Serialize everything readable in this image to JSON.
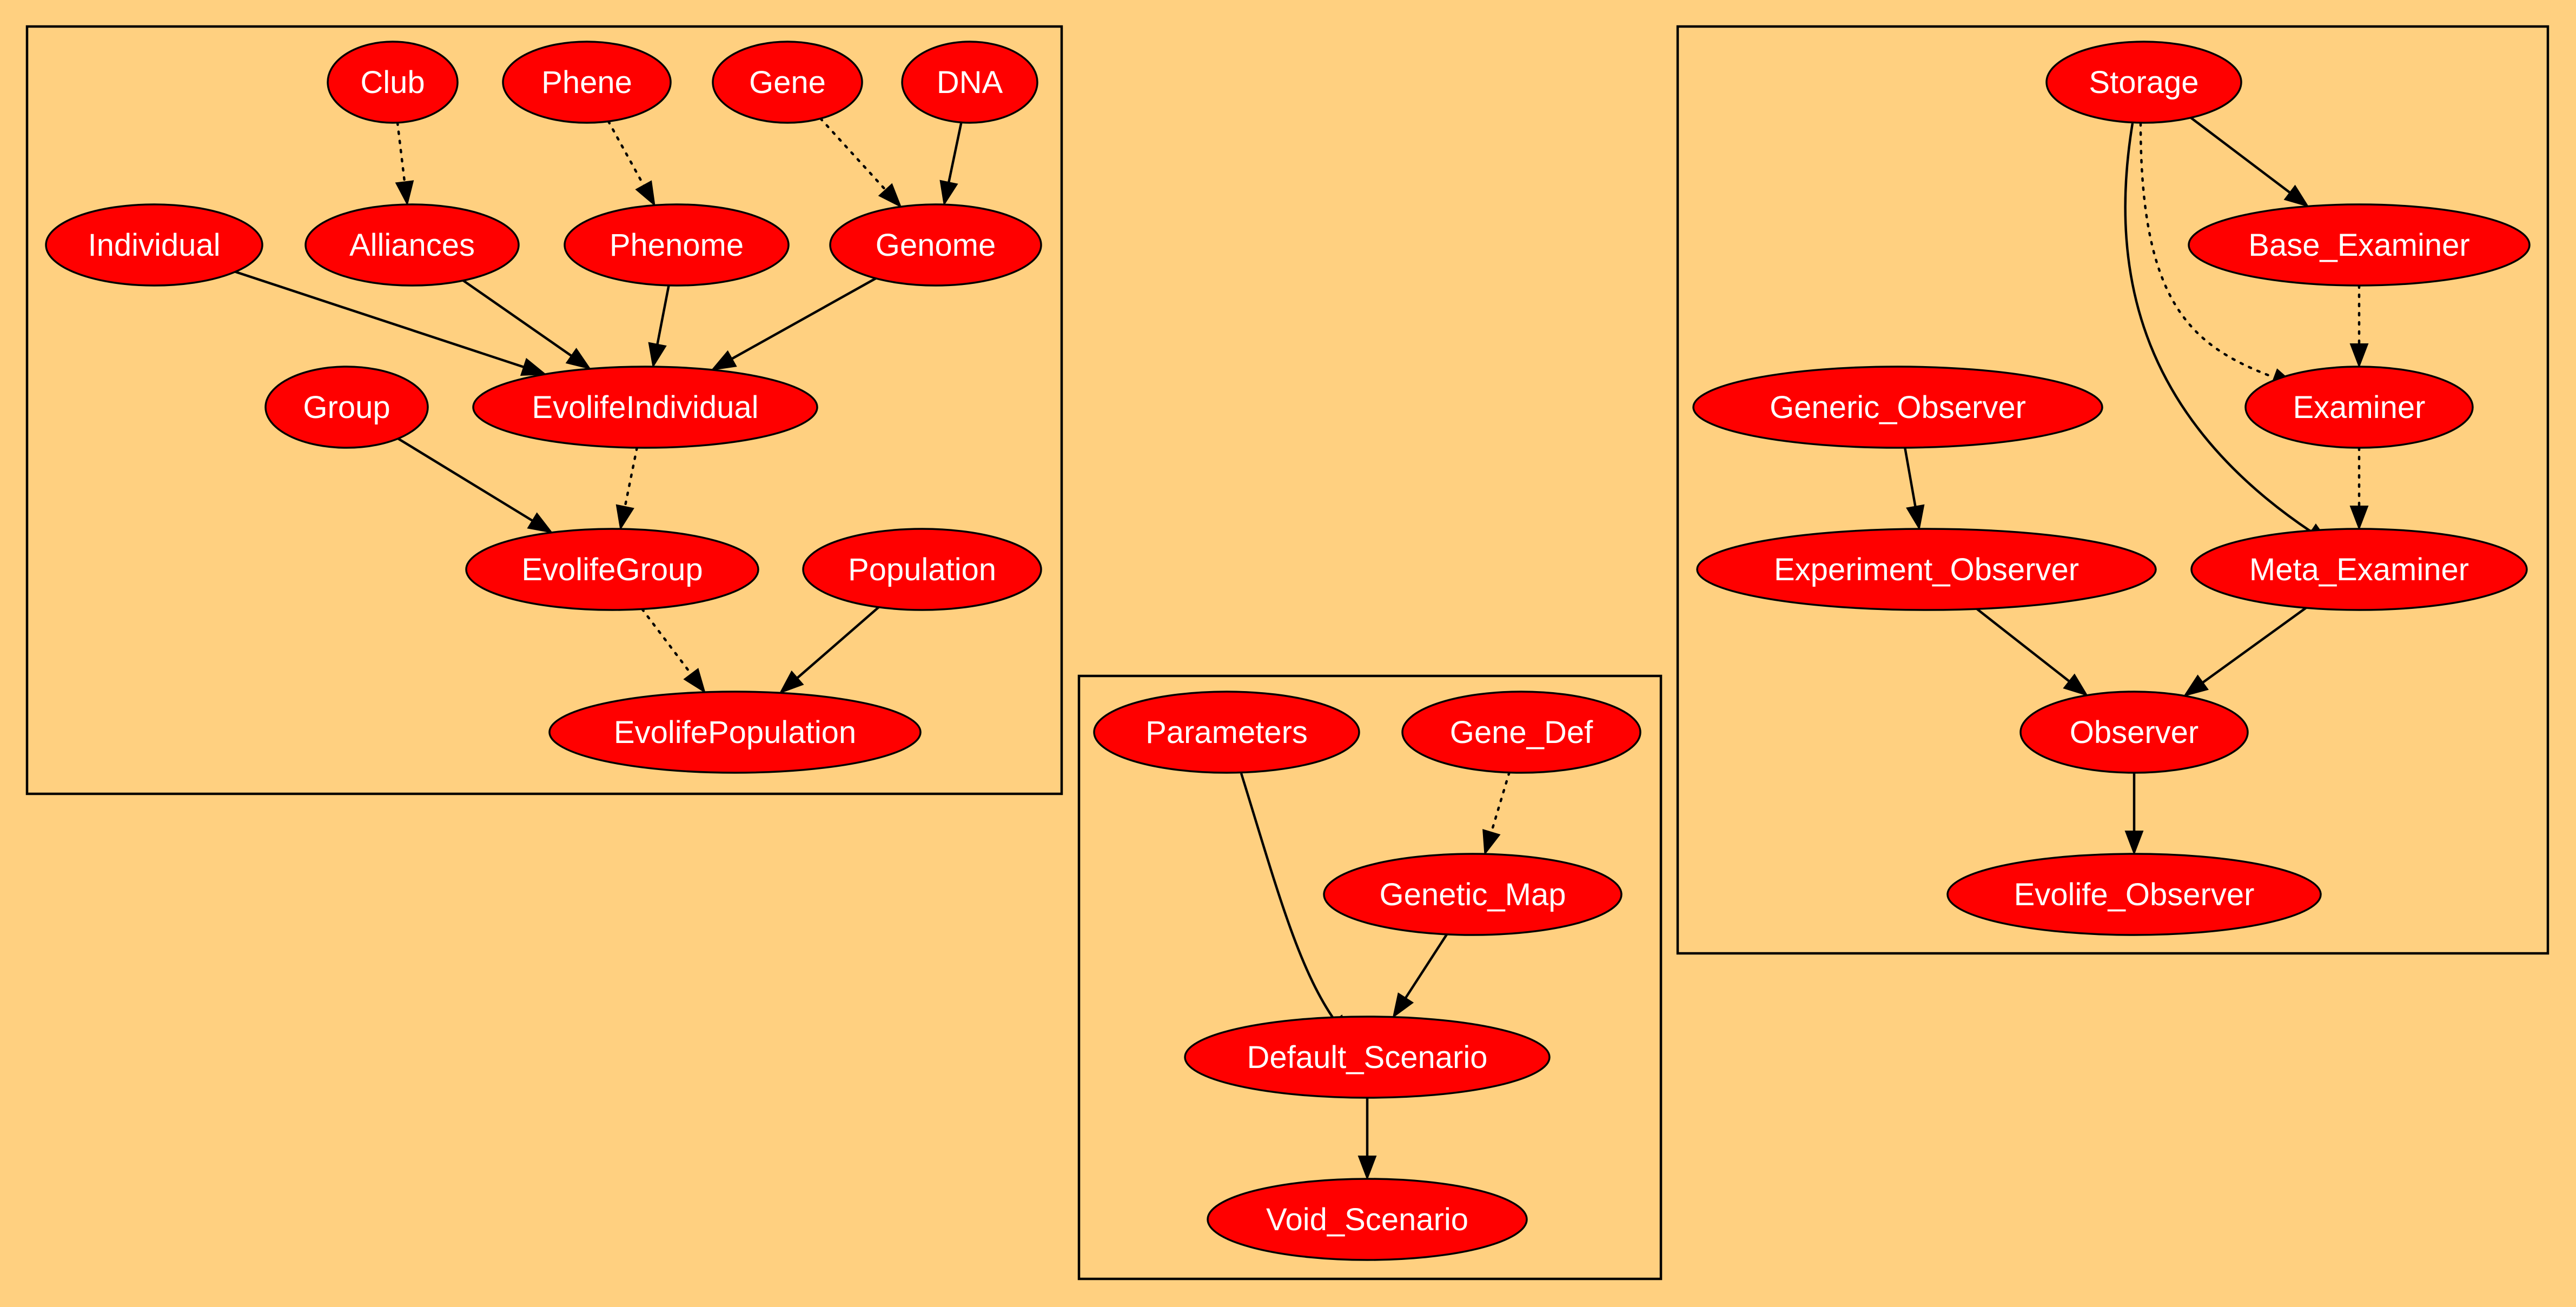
{
  "colors": {
    "background": "#FFD080",
    "node_fill": "#FF0000",
    "node_stroke": "#000000",
    "label": "#FFFFFF",
    "edge": "#000000"
  },
  "clusters": [
    {
      "id": "individual-cluster",
      "nodes": [
        {
          "id": "club",
          "label": "Club"
        },
        {
          "id": "phene",
          "label": "Phene"
        },
        {
          "id": "gene",
          "label": "Gene"
        },
        {
          "id": "dna",
          "label": "DNA"
        },
        {
          "id": "individual",
          "label": "Individual"
        },
        {
          "id": "alliances",
          "label": "Alliances"
        },
        {
          "id": "phenome",
          "label": "Phenome"
        },
        {
          "id": "genome",
          "label": "Genome"
        },
        {
          "id": "group",
          "label": "Group"
        },
        {
          "id": "evolife-individual",
          "label": "EvolifeIndividual"
        },
        {
          "id": "evolife-group",
          "label": "EvolifeGroup"
        },
        {
          "id": "population",
          "label": "Population"
        },
        {
          "id": "evolife-population",
          "label": "EvolifePopulation"
        }
      ]
    },
    {
      "id": "scenario-cluster",
      "nodes": [
        {
          "id": "parameters",
          "label": "Parameters"
        },
        {
          "id": "gene-def",
          "label": "Gene_Def"
        },
        {
          "id": "genetic-map",
          "label": "Genetic_Map"
        },
        {
          "id": "default-scenario",
          "label": "Default_Scenario"
        },
        {
          "id": "void-scenario",
          "label": "Void_Scenario"
        }
      ]
    },
    {
      "id": "observer-cluster",
      "nodes": [
        {
          "id": "storage",
          "label": "Storage"
        },
        {
          "id": "base-examiner",
          "label": "Base_Examiner"
        },
        {
          "id": "generic-observer",
          "label": "Generic_Observer"
        },
        {
          "id": "examiner",
          "label": "Examiner"
        },
        {
          "id": "experiment-observer",
          "label": "Experiment_Observer"
        },
        {
          "id": "meta-examiner",
          "label": "Meta_Examiner"
        },
        {
          "id": "observer",
          "label": "Observer"
        },
        {
          "id": "evolife-observer",
          "label": "Evolife_Observer"
        }
      ]
    }
  ],
  "edges": [
    {
      "from": "club",
      "to": "alliances",
      "style": "dotted"
    },
    {
      "from": "phene",
      "to": "phenome",
      "style": "dotted"
    },
    {
      "from": "gene",
      "to": "genome",
      "style": "dotted"
    },
    {
      "from": "dna",
      "to": "genome",
      "style": "solid"
    },
    {
      "from": "individual",
      "to": "evolife-individual",
      "style": "solid"
    },
    {
      "from": "alliances",
      "to": "evolife-individual",
      "style": "solid"
    },
    {
      "from": "phenome",
      "to": "evolife-individual",
      "style": "solid"
    },
    {
      "from": "genome",
      "to": "evolife-individual",
      "style": "solid"
    },
    {
      "from": "group",
      "to": "evolife-group",
      "style": "solid"
    },
    {
      "from": "evolife-individual",
      "to": "evolife-group",
      "style": "dotted"
    },
    {
      "from": "evolife-group",
      "to": "evolife-population",
      "style": "dotted"
    },
    {
      "from": "population",
      "to": "evolife-population",
      "style": "solid"
    },
    {
      "from": "parameters",
      "to": "default-scenario",
      "style": "solid"
    },
    {
      "from": "gene-def",
      "to": "genetic-map",
      "style": "dotted"
    },
    {
      "from": "genetic-map",
      "to": "default-scenario",
      "style": "solid"
    },
    {
      "from": "default-scenario",
      "to": "void-scenario",
      "style": "solid"
    },
    {
      "from": "storage",
      "to": "base-examiner",
      "style": "solid"
    },
    {
      "from": "storage",
      "to": "examiner",
      "style": "dotted"
    },
    {
      "from": "storage",
      "to": "meta-examiner",
      "style": "solid"
    },
    {
      "from": "base-examiner",
      "to": "examiner",
      "style": "dotted"
    },
    {
      "from": "examiner",
      "to": "meta-examiner",
      "style": "dotted"
    },
    {
      "from": "generic-observer",
      "to": "experiment-observer",
      "style": "solid"
    },
    {
      "from": "experiment-observer",
      "to": "observer",
      "style": "solid"
    },
    {
      "from": "meta-examiner",
      "to": "observer",
      "style": "solid"
    },
    {
      "from": "observer",
      "to": "evolife-observer",
      "style": "solid"
    }
  ]
}
